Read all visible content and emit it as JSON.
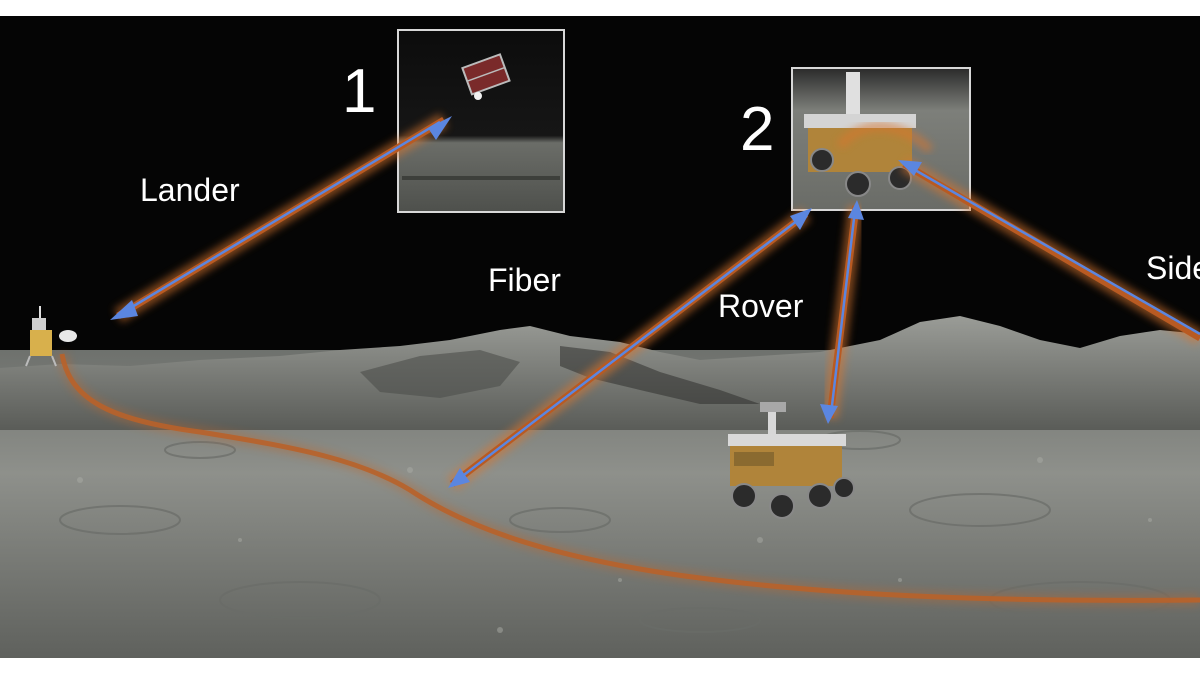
{
  "labels": {
    "lander": "Lander",
    "fiber": "Fiber",
    "rover": "Rover",
    "side": "Side"
  },
  "insets": [
    {
      "number": "1"
    },
    {
      "number": "2"
    }
  ],
  "colors": {
    "sky": "#050505",
    "ground": "#8a8c88",
    "fiber_cable": "#c0672a",
    "arrow_glow": "#d8762e",
    "arrow_core": "#5b86e0",
    "inset_border": "#d8d8d8",
    "rover_body": "#b0843a"
  }
}
